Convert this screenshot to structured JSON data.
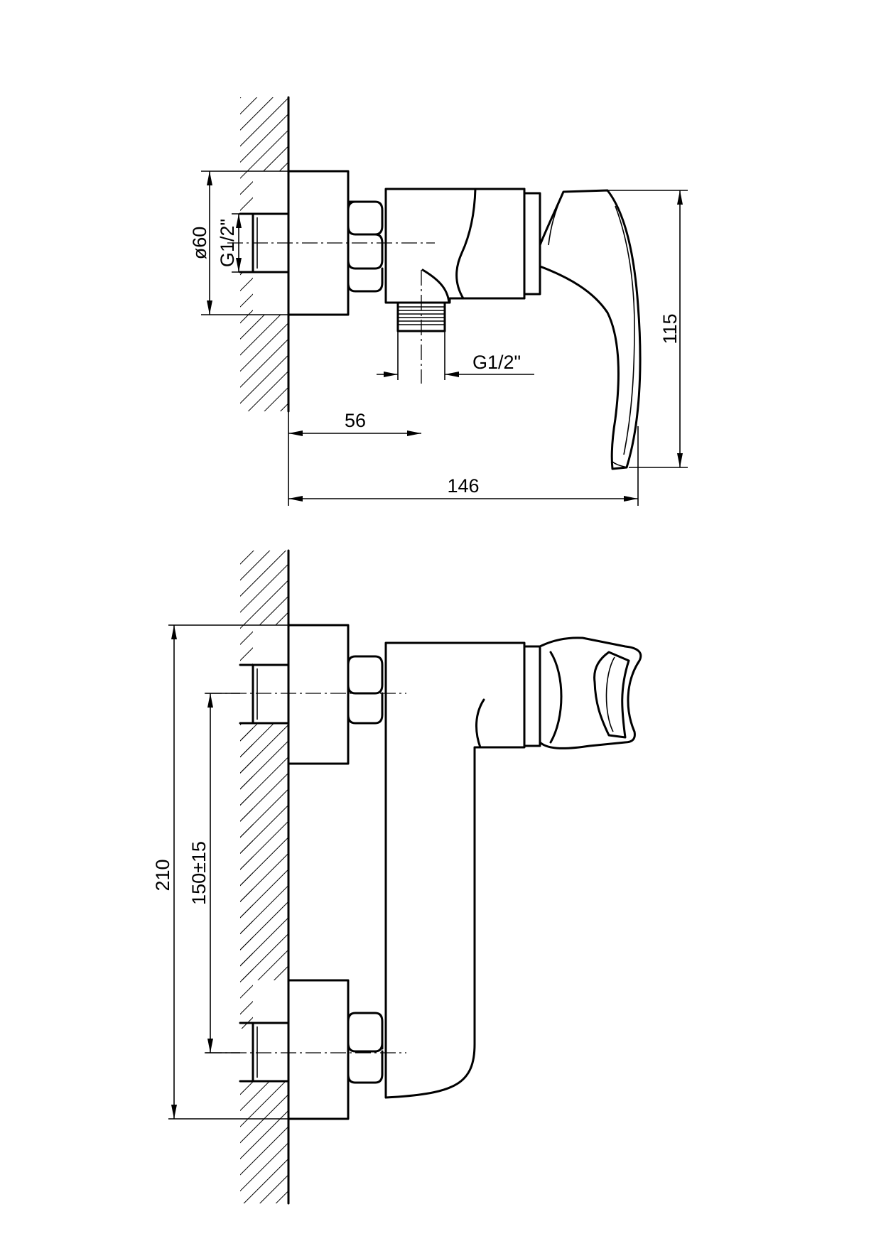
{
  "colors": {
    "line": "#000000",
    "background": "#ffffff"
  },
  "top_view": {
    "dim_diameter": "ø60",
    "dim_wall_thread": "G1/2\"",
    "dim_outlet_thread": "G1/2\"",
    "dim_depth": "56",
    "dim_length": "146",
    "dim_height": "115"
  },
  "front_view": {
    "dim_total_height": "210",
    "dim_centers": "150±15"
  }
}
